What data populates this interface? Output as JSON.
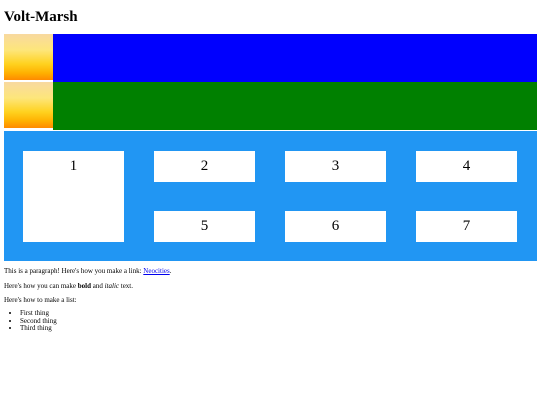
{
  "page": {
    "title": "Volt-Marsh"
  },
  "bands": [
    {
      "name": "blue",
      "color": "#0000fe"
    },
    {
      "name": "green",
      "color": "#008000"
    }
  ],
  "grid": {
    "background": "#2196f3",
    "cells": [
      "1",
      "2",
      "3",
      "4",
      "5",
      "6",
      "7"
    ]
  },
  "content": {
    "para1_before": "This is a paragraph! Here's how you make a link: ",
    "link_label": "Neocities",
    "para1_after": ".",
    "para2_before": "Here's how you can make ",
    "bold_text": "bold",
    "para2_middle": " and ",
    "italic_text": "italic",
    "para2_after": " text.",
    "para3": "Here's how to make a list:",
    "list": [
      "First thing",
      "Second thing",
      "Third thing"
    ]
  }
}
